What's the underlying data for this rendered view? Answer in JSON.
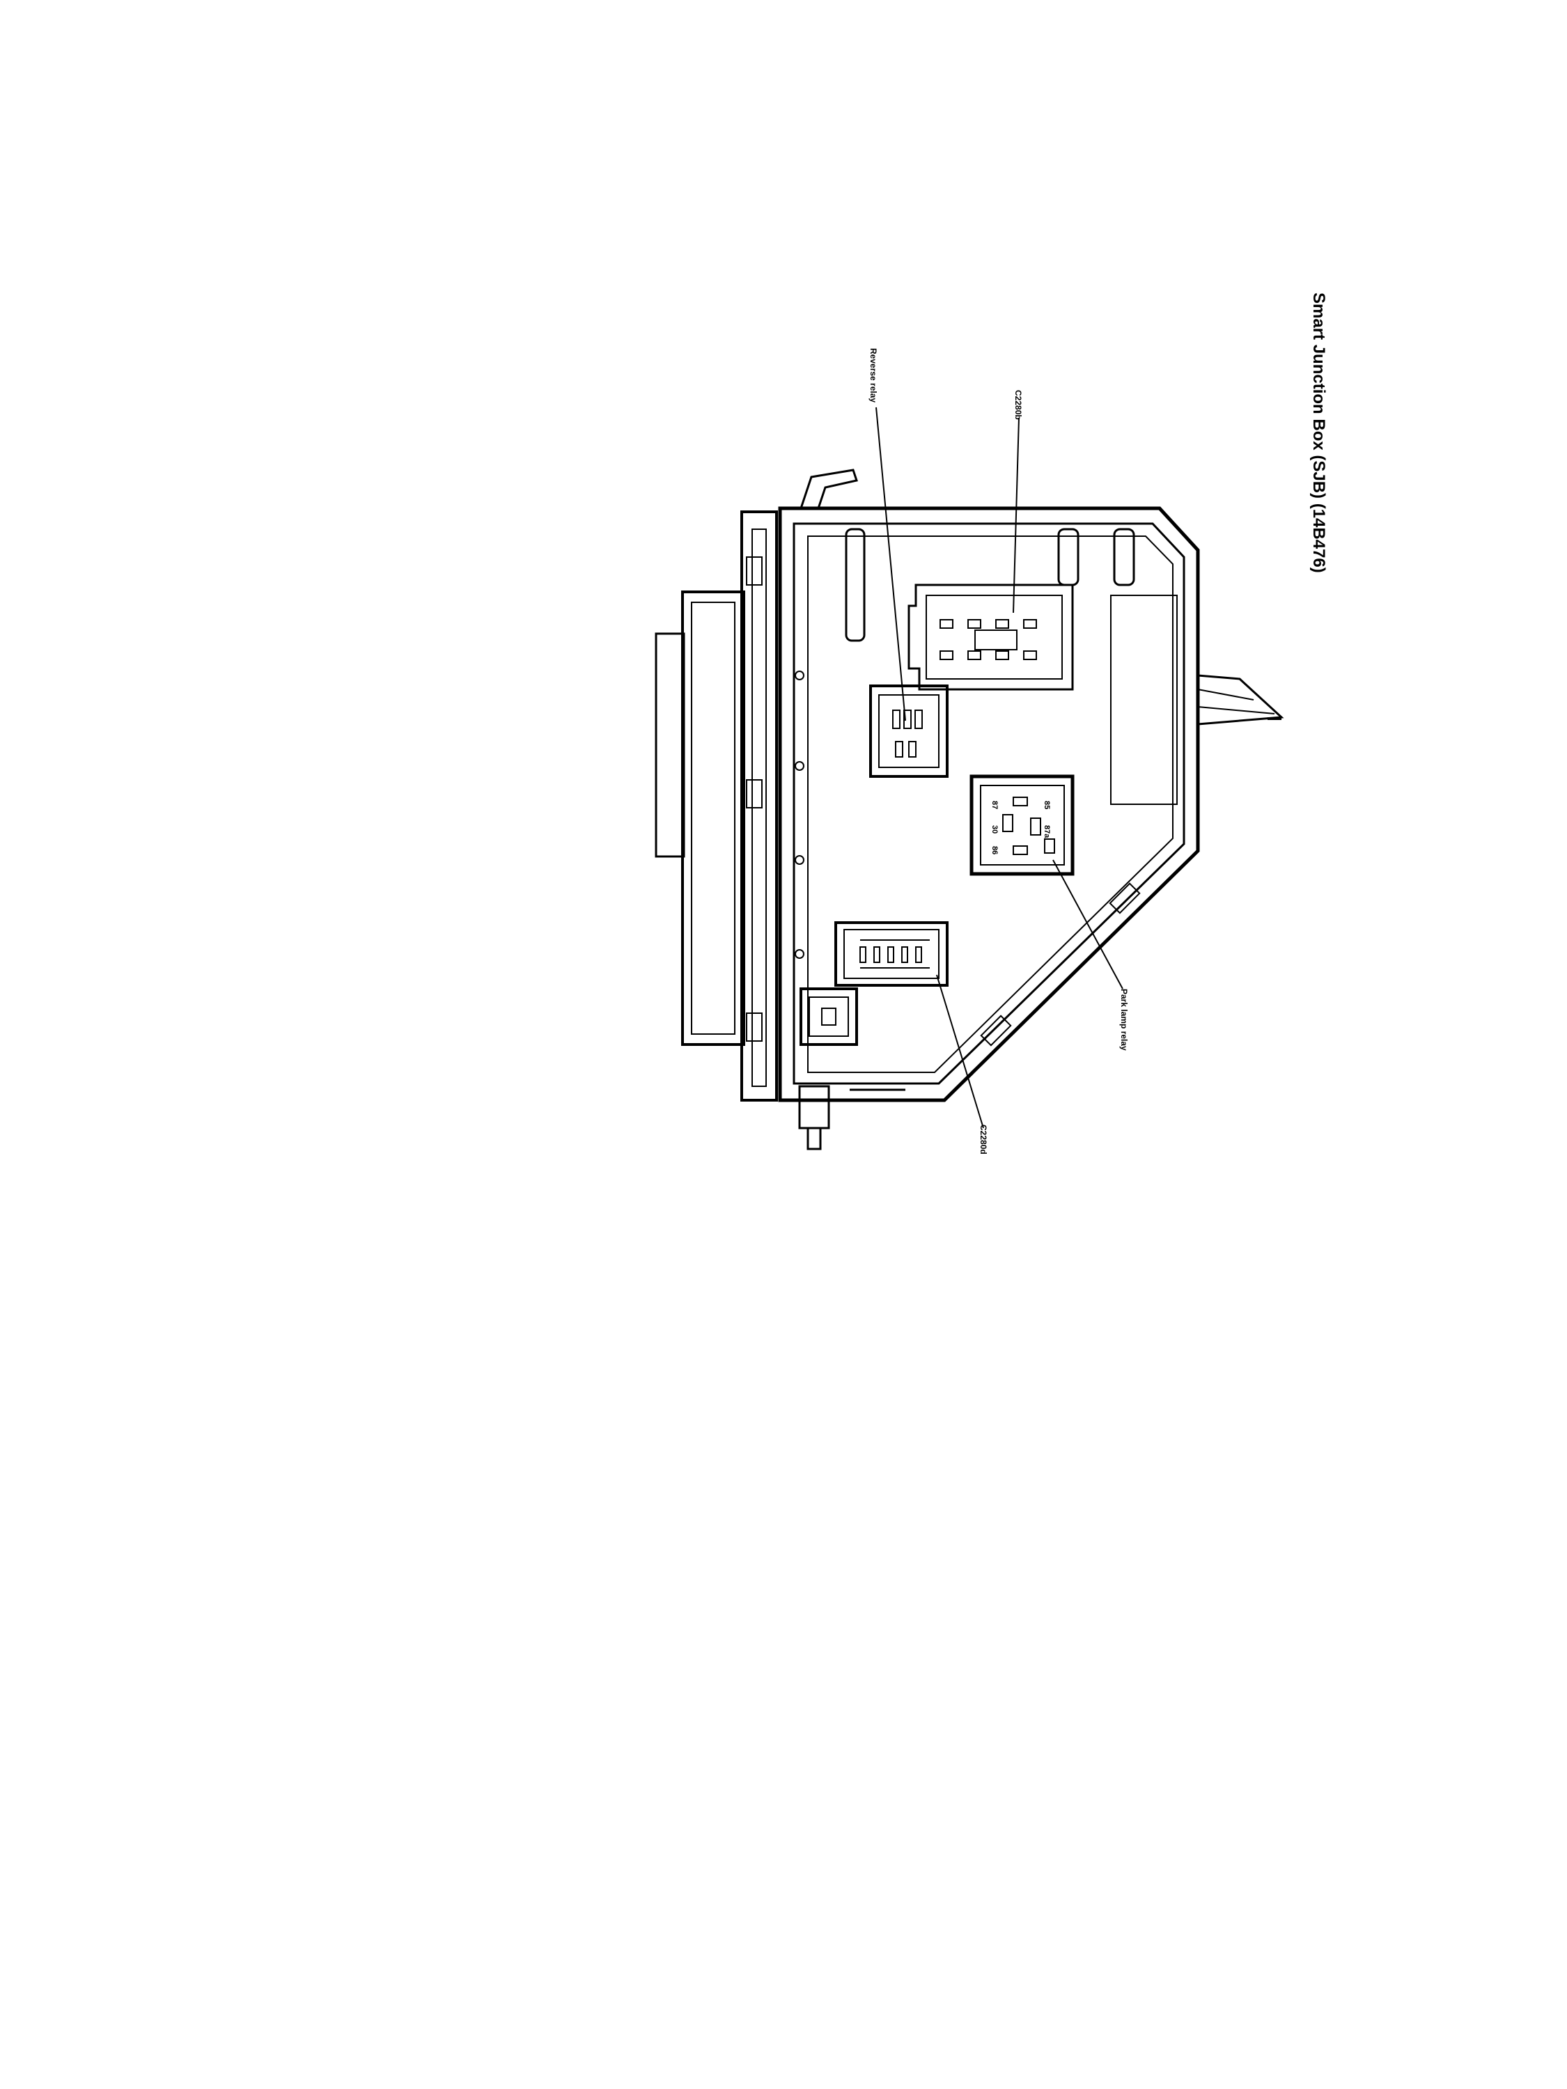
{
  "diagram": {
    "title": "Smart Junction Box (SJB) (14B476)",
    "labels": {
      "relay_top": "Reverse relay",
      "connector_top": "C2280b",
      "relay_bottom": "Park lamp relay",
      "connector_bottom": "C2280d"
    },
    "pin_marks": {
      "a": "87",
      "b": "30",
      "c": "86",
      "d": "85",
      "e": "87a"
    }
  }
}
